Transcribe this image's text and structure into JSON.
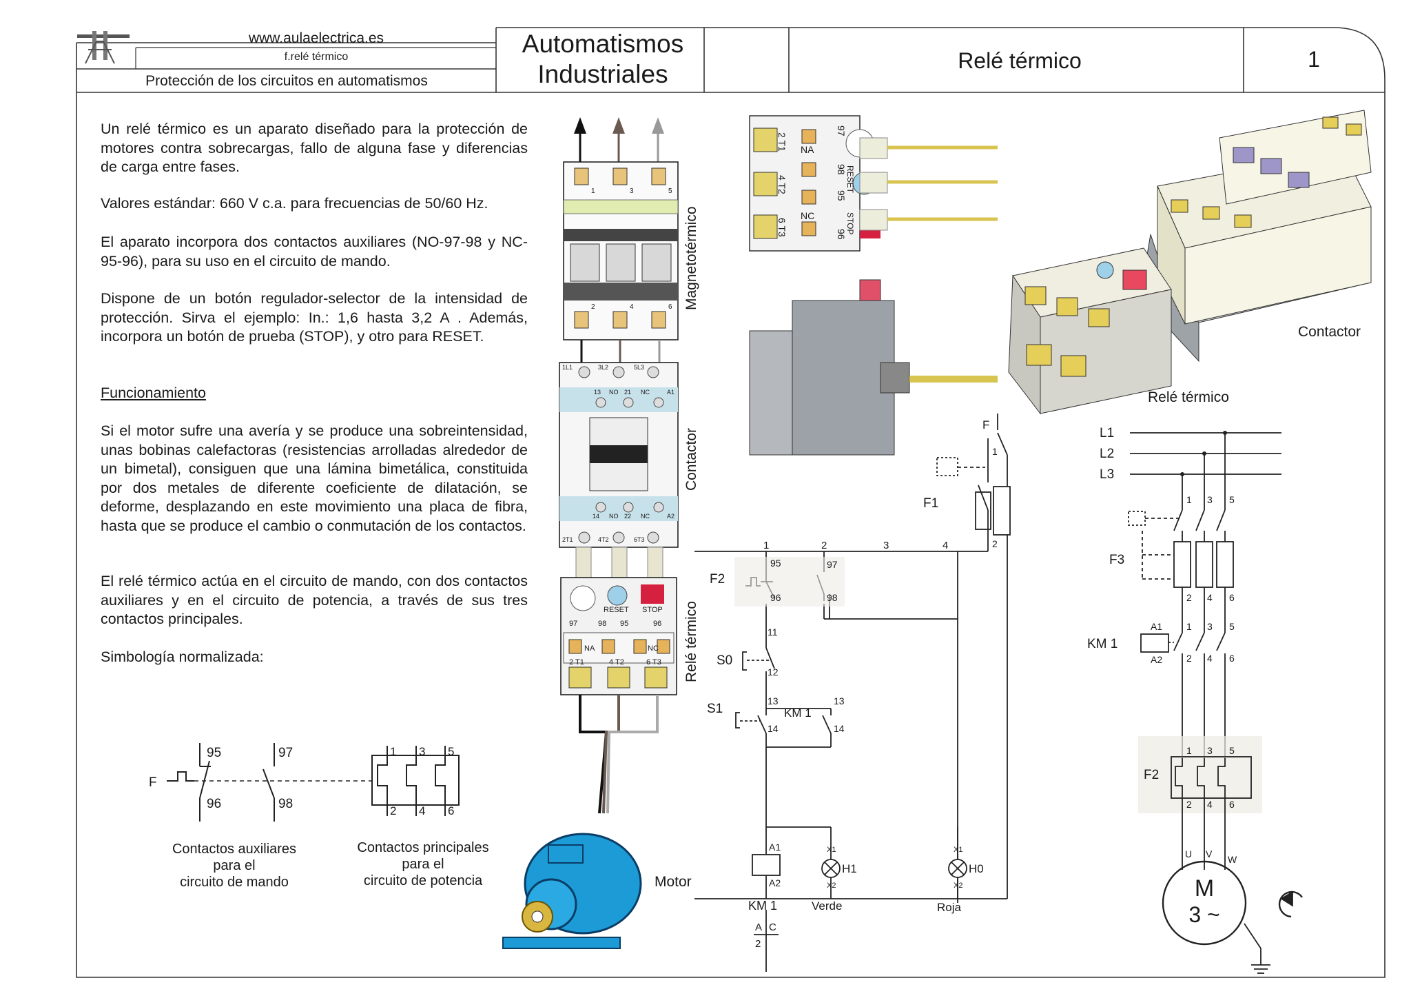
{
  "header": {
    "website": "www.aulaelectrica.es",
    "file": "f.relé térmico",
    "subject": "Protección de los circuitos en automatismos",
    "course_line1": "Automatismos",
    "course_line2": "Industriales",
    "topic": "Relé térmico",
    "page": "1"
  },
  "body": {
    "p1": "Un relé térmico es un aparato diseñado para la protección de motores contra sobrecargas, fallo de alguna fase y diferencias de carga entre fases.",
    "p2": "Valores estándar: 660 V c.a. para frecuencias de 50/60 Hz.",
    "p3": "El aparato incorpora dos contactos auxiliares (NO-97-98 y NC-95-96), para su uso en el circuito de mando.",
    "p4": "Dispone de un botón regulador-selector de la intensidad de protección. Sirva el ejemplo:  In.: 1,6 hasta 3,2 A . Además, incorpora un botón de prueba (STOP), y otro para RESET.",
    "heading": "Funcionamiento",
    "p5": "Si el motor sufre una avería y se produce una sobreintensidad, unas bobinas calefactoras (resistencias arrolladas alrededor de un bimetal), consiguen que una lámina bimetálica, constituida por dos metales de diferente coeficiente de dilatación, se deforme, desplazando en este movimiento una placa de fibra, hasta que se produce el cambio o conmutación de los contactos.",
    "p6": "El relé térmico actúa en el circuito de mando, con dos contactos auxiliares y en el circuito de potencia, a través de sus tres contactos principales.",
    "p7": "Simbología normalizada:"
  },
  "symbol": {
    "f": "F",
    "c95": "95",
    "c96": "96",
    "c97": "97",
    "c98": "98",
    "m1": "1",
    "m3": "3",
    "m5": "5",
    "m2": "2",
    "m4": "4",
    "m6": "6",
    "aux_l1": "Contactos auxiliares",
    "aux_l2": "para el",
    "aux_l3": "circuito de mando",
    "main_l1": "Contactos principales",
    "main_l2": "para el",
    "main_l3": "circuito de potencia"
  },
  "assembly": {
    "magneto": "Magnetotérmico",
    "contactor": "Contactor",
    "rele": "Relé térmico",
    "motor": "Motor",
    "mt_top": [
      "1",
      "3",
      "5"
    ],
    "mt_bot": [
      "2",
      "4",
      "6"
    ],
    "ct_top": [
      "1L1",
      "3L2",
      "5L3"
    ],
    "ct_aux_top": [
      "13",
      "NO",
      "21",
      "NC",
      "A1"
    ],
    "ct_aux_bot": [
      "14",
      "NO",
      "22",
      "NC",
      "A2"
    ],
    "ct_bot": [
      "2T1",
      "4T2",
      "6T3"
    ],
    "rt_reset": "RESET",
    "rt_stop": "STOP",
    "rt_c1": "97",
    "rt_c2": "98",
    "rt_c3": "95",
    "rt_c4": "96",
    "rt_na": "NA",
    "rt_nc": "NC",
    "rt_t": [
      "2 T1",
      "4 T2",
      "6 T3"
    ]
  },
  "relay_top": {
    "t": [
      "2 T1",
      "4 T2",
      "6 T3"
    ],
    "c1": "97",
    "c2": "98",
    "c3": "95",
    "c4": "96",
    "na": "NA",
    "nc": "NC",
    "reset": "RESET",
    "stop": "STOP"
  },
  "iso": {
    "contactor": "Contactor",
    "rele": "Relé térmico"
  },
  "control": {
    "f": "F",
    "f1": "F1",
    "f1_1": "1",
    "f1_2": "2",
    "nodes": [
      "1",
      "2",
      "3",
      "4"
    ],
    "f2": "F2",
    "f2_95": "95",
    "f2_96": "96",
    "f2_97": "97",
    "f2_98": "98",
    "s0": "S0",
    "s0_11": "11",
    "s0_12": "12",
    "s1": "S1",
    "s1_13": "13",
    "s1_14": "14",
    "km1": "KM 1",
    "km1_13": "13",
    "km1_14": "14",
    "a1": "A1",
    "a2": "A2",
    "x1": "X1",
    "x2": "X2",
    "h1": "H1",
    "h0": "H0",
    "km1_label": "KM 1",
    "verde": "Verde",
    "roja": "Roja",
    "tbl_a": "A",
    "tbl_c": "C",
    "tbl_2": "2"
  },
  "power": {
    "l1": "L1",
    "l2": "L2",
    "l3": "L3",
    "f3": "F3",
    "km1": "KM 1",
    "f2": "F2",
    "t135": [
      "1",
      "3",
      "5"
    ],
    "t246": [
      "2",
      "4",
      "6"
    ],
    "a1": "A1",
    "a2": "A2",
    "u": "U",
    "v": "V",
    "w": "W",
    "m": "M",
    "m3": "3 ~"
  }
}
